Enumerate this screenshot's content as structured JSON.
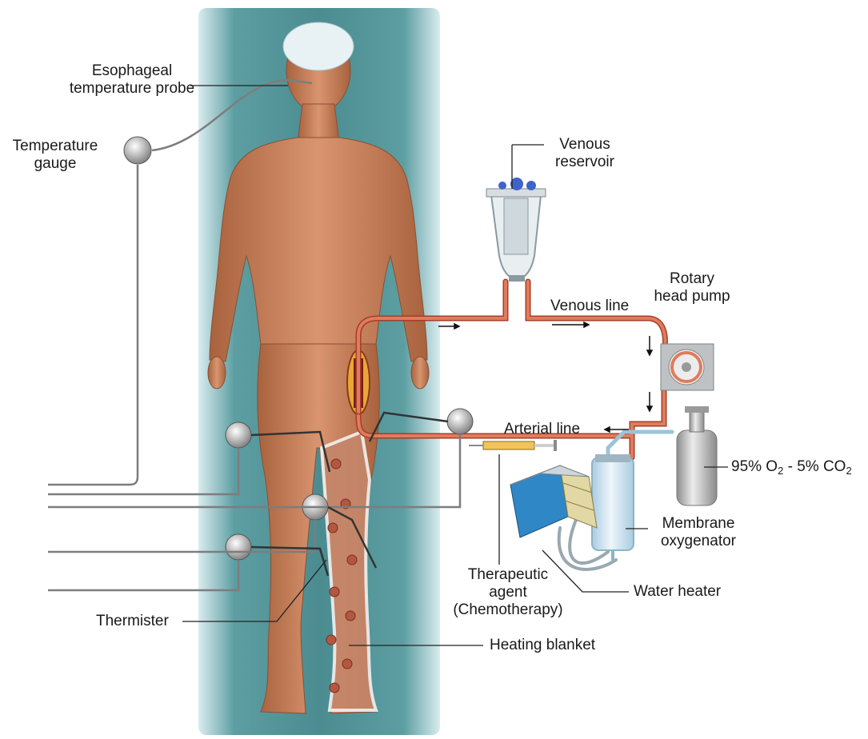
{
  "labels": {
    "esophageal_probe": [
      "Esophageal",
      "temperature probe"
    ],
    "temperature_gauge": [
      "Temperature",
      "gauge"
    ],
    "venous_reservoir": [
      "Venous",
      "reservoir"
    ],
    "rotary_pump": [
      "Rotary",
      "head pump"
    ],
    "venous_line": "Venous line",
    "arterial_line": "Arterial line",
    "gas_prefix": "95% O",
    "gas_o2_sub": "2",
    "gas_middle": " - 5% CO",
    "gas_co2_sub": "2",
    "membrane_oxygenator": [
      "Membrane",
      "oxygenator"
    ],
    "water_heater": "Water heater",
    "therapeutic_agent": [
      "Therapeutic",
      "agent",
      "(Chemotherapy)"
    ],
    "thermister": "Thermister",
    "heating_blanket": "Heating blanket"
  },
  "colors": {
    "blanket": "#4e8f93",
    "skin": "#c8825c",
    "tubing": "#d8674a",
    "cooler_tube": "#9cc4d8",
    "oxygenator": "#dbe9f0",
    "heater_face": "#2f87c6",
    "cylinder": "#c9c9c9"
  }
}
